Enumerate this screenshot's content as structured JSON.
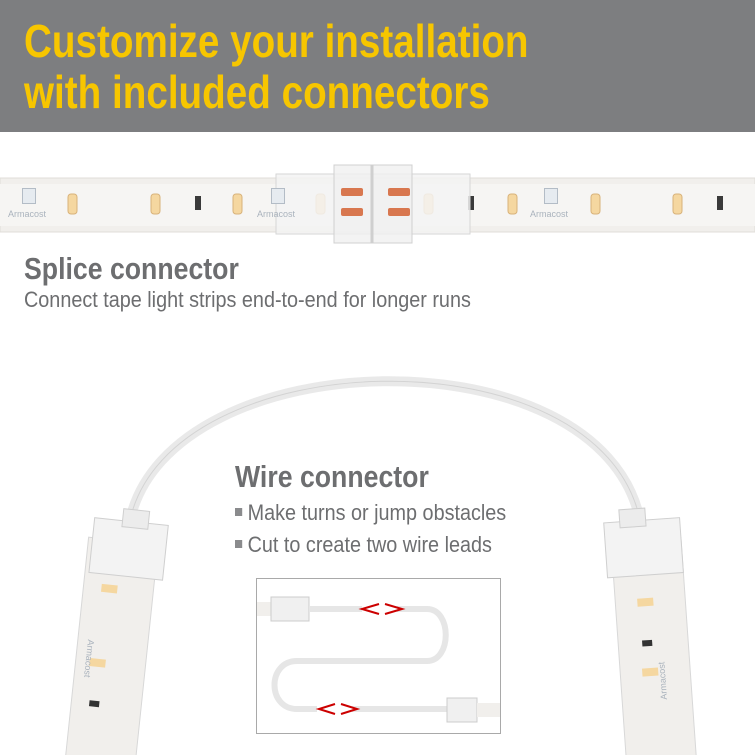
{
  "header": {
    "title_line1": "Customize your installation",
    "title_line2": "with included connectors"
  },
  "splice": {
    "heading": "Splice connector",
    "description": "Connect tape light strips end-to-end for longer runs"
  },
  "wire": {
    "heading": "Wire connector",
    "bullets": [
      "Make turns or jump obstacles",
      "Cut to create two wire leads"
    ]
  },
  "brand_logo_text": "Armacost",
  "colors": {
    "header_bg": "#7d7e80",
    "title_yellow": "#f7c600",
    "text_gray": "#6d6e70"
  }
}
